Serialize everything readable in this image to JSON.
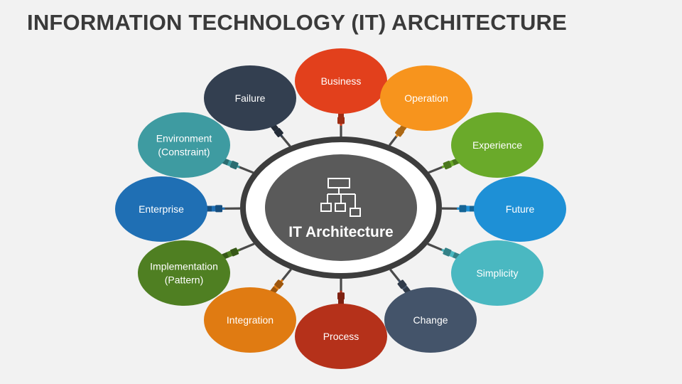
{
  "title": "INFORMATION TECHNOLOGY (IT) ARCHITECTURE",
  "center": {
    "label": "IT Architecture",
    "icon": "hierarchy-chart-icon",
    "fill": "#5a5a5a",
    "ring": "#3d3d3d"
  },
  "nodes": [
    {
      "id": "business",
      "lines": [
        "Business"
      ],
      "color": "#e2401c"
    },
    {
      "id": "operation",
      "lines": [
        "Operation"
      ],
      "color": "#f7941d"
    },
    {
      "id": "experience",
      "lines": [
        "Experience"
      ],
      "color": "#6aaa2a"
    },
    {
      "id": "future",
      "lines": [
        "Future"
      ],
      "color": "#1e90d6"
    },
    {
      "id": "simplicity",
      "lines": [
        "Simplicity"
      ],
      "color": "#4ab8c1"
    },
    {
      "id": "change",
      "lines": [
        "Change"
      ],
      "color": "#44546a"
    },
    {
      "id": "process",
      "lines": [
        "Process"
      ],
      "color": "#b5311a"
    },
    {
      "id": "integration",
      "lines": [
        "Integration"
      ],
      "color": "#e07b12"
    },
    {
      "id": "implementation",
      "lines": [
        "Implementation",
        "(Pattern)"
      ],
      "color": "#4f7f22"
    },
    {
      "id": "enterprise",
      "lines": [
        "Enterprise"
      ],
      "color": "#1f6fb4"
    },
    {
      "id": "environment",
      "lines": [
        "Environment",
        "(Constraint)"
      ],
      "color": "#3e9ba1"
    },
    {
      "id": "failure",
      "lines": [
        "Failure"
      ],
      "color": "#333f50"
    }
  ]
}
